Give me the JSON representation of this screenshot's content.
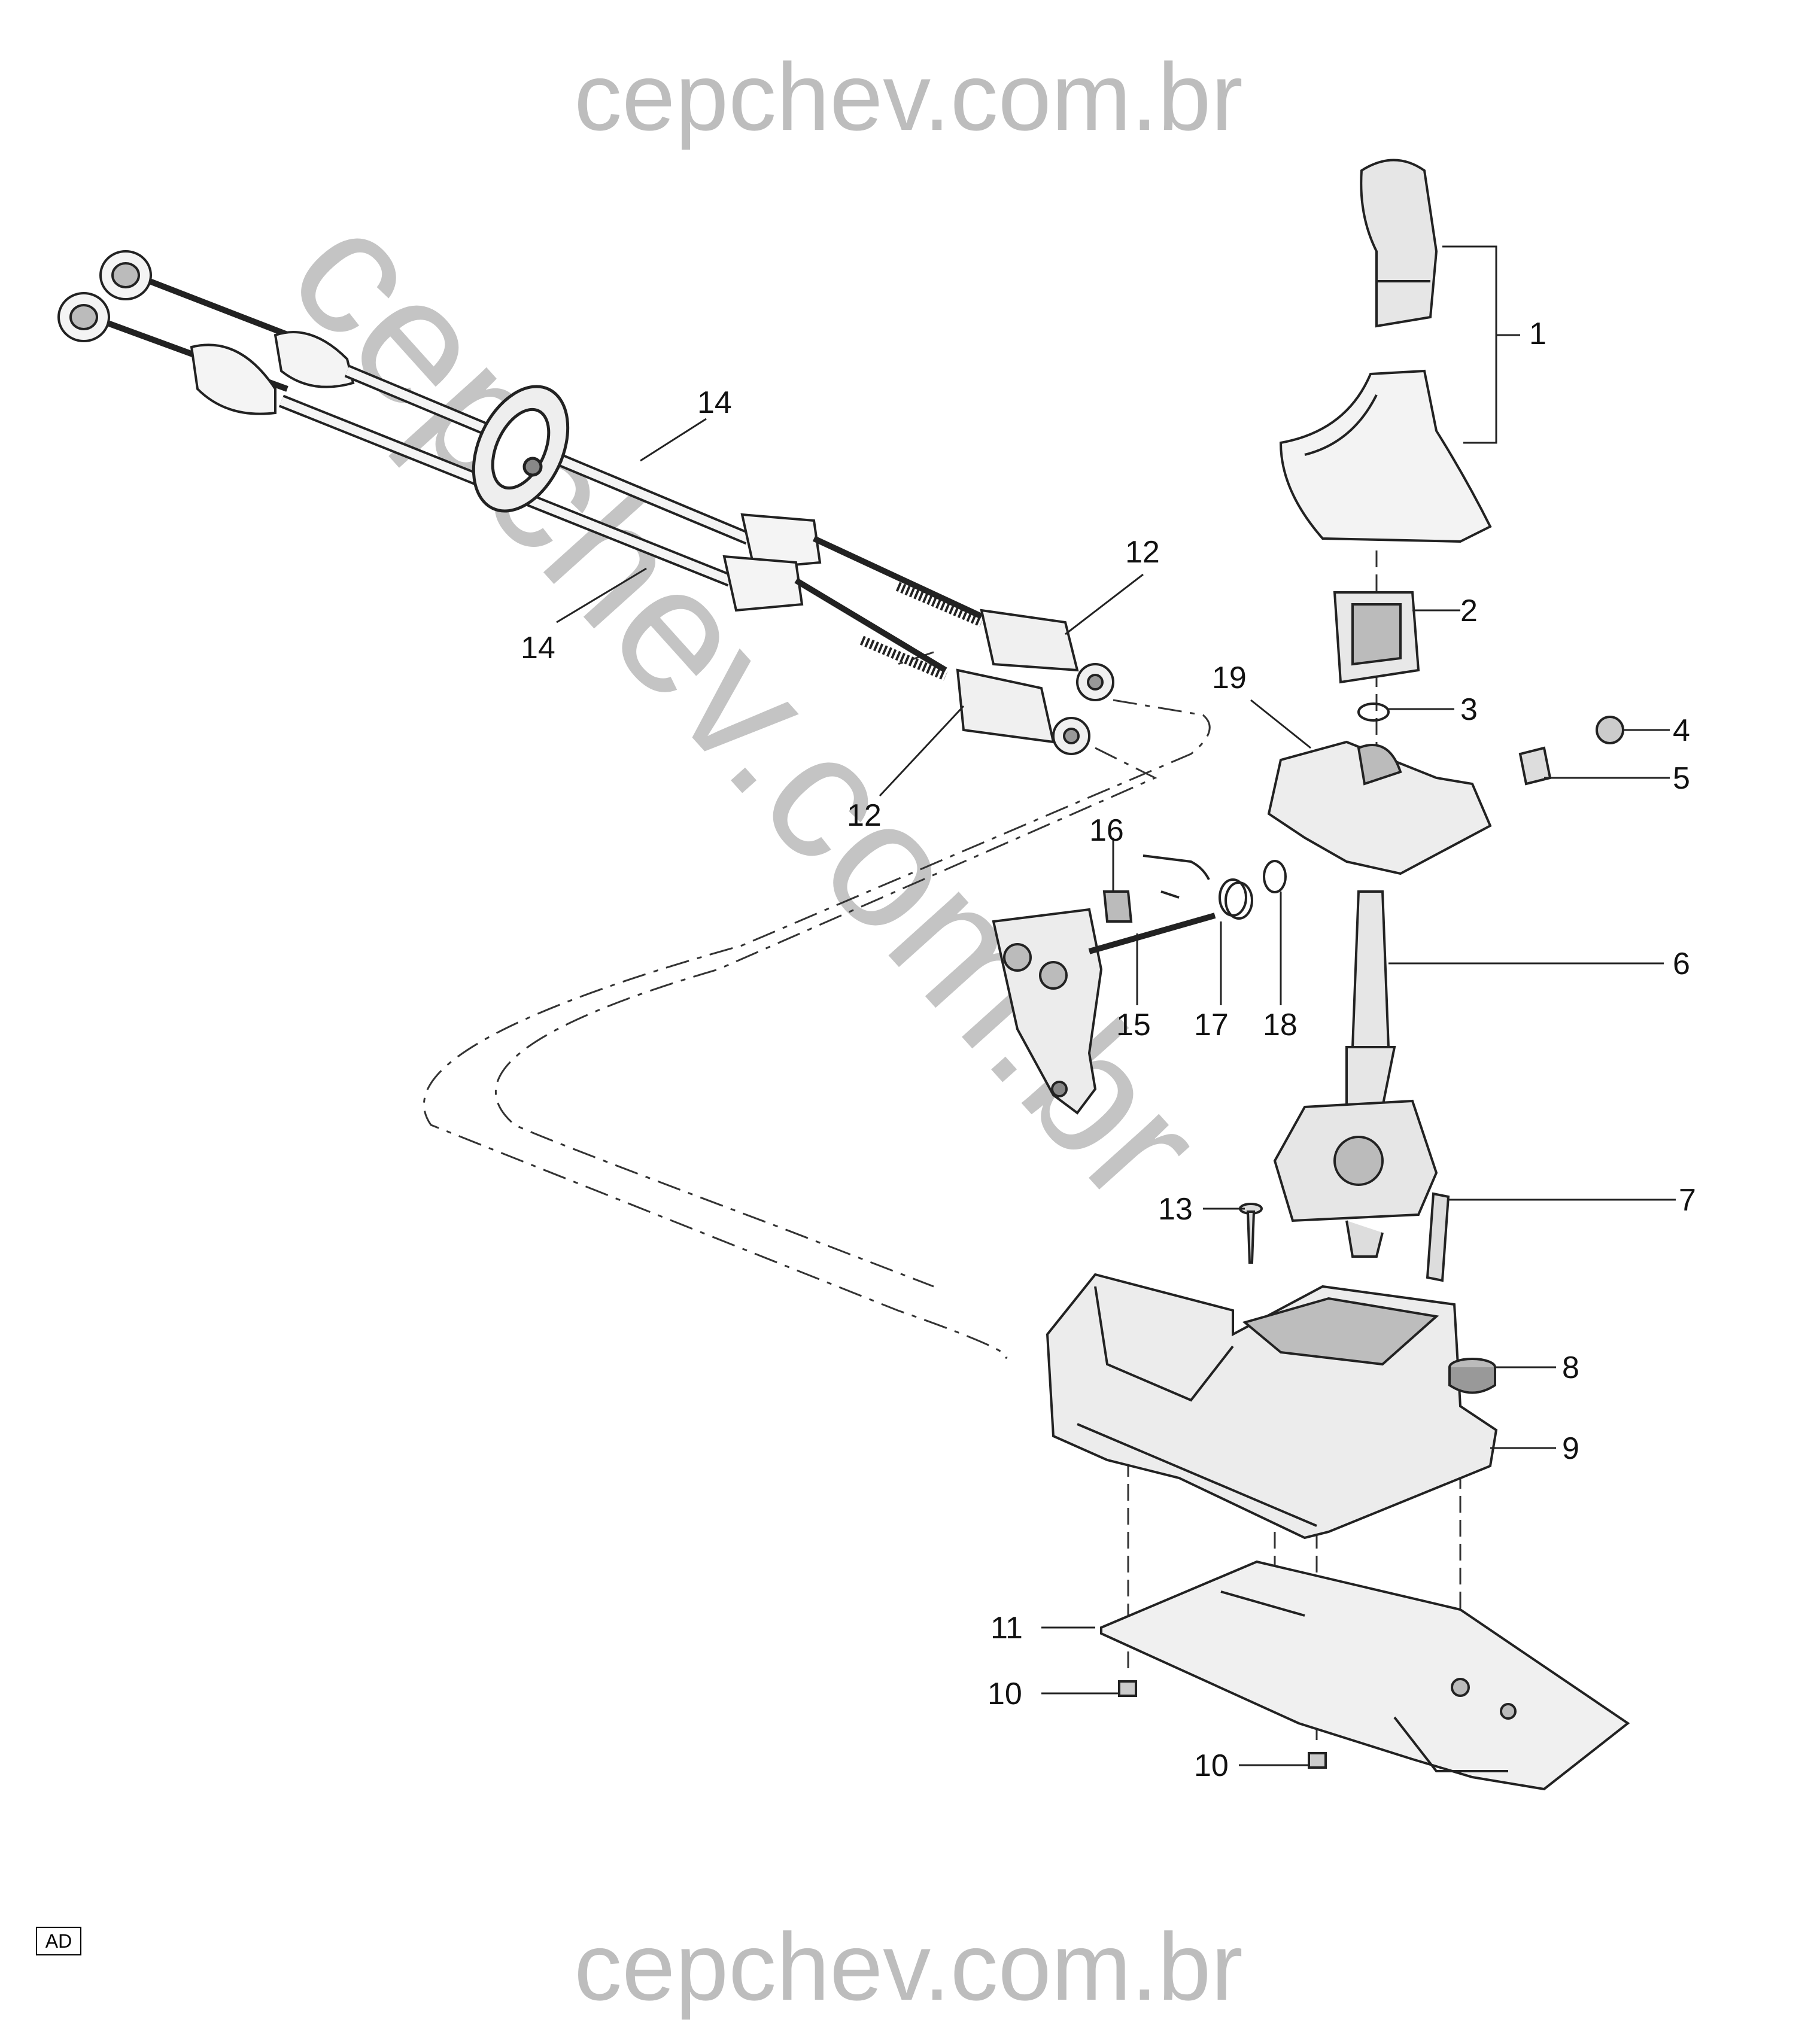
{
  "watermark": {
    "top": "cepchev.com.br",
    "bottom": "cepchev.com.br",
    "diagonal": "cepchev.com.br"
  },
  "code": "AD",
  "callouts": [
    "1",
    "2",
    "3",
    "4",
    "5",
    "6",
    "7",
    "8",
    "9",
    "10",
    "10",
    "11",
    "12",
    "12",
    "13",
    "14",
    "14",
    "15",
    "16",
    "17",
    "18",
    "19"
  ],
  "colors": {
    "line": "#222222",
    "watermark": "#bdbdbd",
    "part_fill": "#f2f2f2",
    "part_dark": "#666666"
  }
}
